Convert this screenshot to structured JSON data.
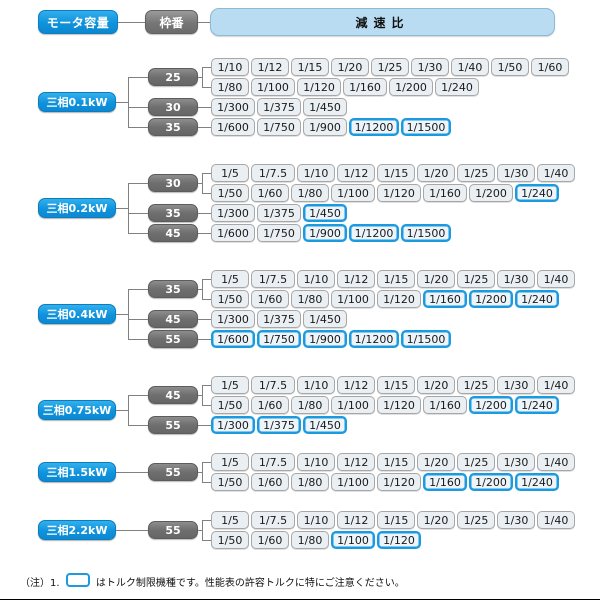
{
  "header": {
    "motor_capacity_label": "モータ容量",
    "frame_number_label": "枠番",
    "ratio_label": "減速比"
  },
  "colors": {
    "accent_blue": "#0f93dd",
    "highlight_blue": "#1b9ae0",
    "frame_gray": "#6f6f6f",
    "ratio_header_bg": "#b9dcf2",
    "chip_bg": "#e9eff3",
    "chip_border": "#a7a7a7"
  },
  "footnote": {
    "prefix": "（注）1.",
    "icon": "torque-limit-box-icon",
    "text": "はトルク制限機種です。性能表の許容トルクに特にご注意ください。"
  },
  "groups": [
    {
      "capacity": "三相0.1kW",
      "frames": [
        {
          "frame": "25",
          "rows": [
            {
              "ratios": [
                {
                  "v": "1/10",
                  "hl": false
                },
                {
                  "v": "1/12",
                  "hl": false
                },
                {
                  "v": "1/15",
                  "hl": false
                },
                {
                  "v": "1/20",
                  "hl": false
                },
                {
                  "v": "1/25",
                  "hl": false
                },
                {
                  "v": "1/30",
                  "hl": false
                },
                {
                  "v": "1/40",
                  "hl": false
                },
                {
                  "v": "1/50",
                  "hl": false
                },
                {
                  "v": "1/60",
                  "hl": false
                }
              ]
            },
            {
              "ratios": [
                {
                  "v": "1/80",
                  "hl": false
                },
                {
                  "v": "1/100",
                  "hl": false
                },
                {
                  "v": "1/120",
                  "hl": false
                },
                {
                  "v": "1/160",
                  "hl": false
                },
                {
                  "v": "1/200",
                  "hl": false
                },
                {
                  "v": "1/240",
                  "hl": false
                }
              ]
            }
          ]
        },
        {
          "frame": "30",
          "rows": [
            {
              "ratios": [
                {
                  "v": "1/300",
                  "hl": false
                },
                {
                  "v": "1/375",
                  "hl": false
                },
                {
                  "v": "1/450",
                  "hl": false
                }
              ]
            }
          ]
        },
        {
          "frame": "35",
          "rows": [
            {
              "ratios": [
                {
                  "v": "1/600",
                  "hl": false
                },
                {
                  "v": "1/750",
                  "hl": false
                },
                {
                  "v": "1/900",
                  "hl": false
                },
                {
                  "v": "1/1200",
                  "hl": true
                },
                {
                  "v": "1/1500",
                  "hl": true
                }
              ]
            }
          ]
        }
      ]
    },
    {
      "capacity": "三相0.2kW",
      "frames": [
        {
          "frame": "30",
          "rows": [
            {
              "ratios": [
                {
                  "v": "1/5",
                  "hl": false
                },
                {
                  "v": "1/7.5",
                  "hl": false
                },
                {
                  "v": "1/10",
                  "hl": false
                },
                {
                  "v": "1/12",
                  "hl": false
                },
                {
                  "v": "1/15",
                  "hl": false
                },
                {
                  "v": "1/20",
                  "hl": false
                },
                {
                  "v": "1/25",
                  "hl": false
                },
                {
                  "v": "1/30",
                  "hl": false
                },
                {
                  "v": "1/40",
                  "hl": false
                }
              ]
            },
            {
              "ratios": [
                {
                  "v": "1/50",
                  "hl": false
                },
                {
                  "v": "1/60",
                  "hl": false
                },
                {
                  "v": "1/80",
                  "hl": false
                },
                {
                  "v": "1/100",
                  "hl": false
                },
                {
                  "v": "1/120",
                  "hl": false
                },
                {
                  "v": "1/160",
                  "hl": false
                },
                {
                  "v": "1/200",
                  "hl": false
                },
                {
                  "v": "1/240",
                  "hl": true
                }
              ]
            }
          ]
        },
        {
          "frame": "35",
          "rows": [
            {
              "ratios": [
                {
                  "v": "1/300",
                  "hl": false
                },
                {
                  "v": "1/375",
                  "hl": false
                },
                {
                  "v": "1/450",
                  "hl": true
                }
              ]
            }
          ]
        },
        {
          "frame": "45",
          "rows": [
            {
              "ratios": [
                {
                  "v": "1/600",
                  "hl": false
                },
                {
                  "v": "1/750",
                  "hl": false
                },
                {
                  "v": "1/900",
                  "hl": true
                },
                {
                  "v": "1/1200",
                  "hl": true
                },
                {
                  "v": "1/1500",
                  "hl": true
                }
              ]
            }
          ]
        }
      ]
    },
    {
      "capacity": "三相0.4kW",
      "frames": [
        {
          "frame": "35",
          "rows": [
            {
              "ratios": [
                {
                  "v": "1/5",
                  "hl": false
                },
                {
                  "v": "1/7.5",
                  "hl": false
                },
                {
                  "v": "1/10",
                  "hl": false
                },
                {
                  "v": "1/12",
                  "hl": false
                },
                {
                  "v": "1/15",
                  "hl": false
                },
                {
                  "v": "1/20",
                  "hl": false
                },
                {
                  "v": "1/25",
                  "hl": false
                },
                {
                  "v": "1/30",
                  "hl": false
                },
                {
                  "v": "1/40",
                  "hl": false
                }
              ]
            },
            {
              "ratios": [
                {
                  "v": "1/50",
                  "hl": false
                },
                {
                  "v": "1/60",
                  "hl": false
                },
                {
                  "v": "1/80",
                  "hl": false
                },
                {
                  "v": "1/100",
                  "hl": false
                },
                {
                  "v": "1/120",
                  "hl": false
                },
                {
                  "v": "1/160",
                  "hl": true
                },
                {
                  "v": "1/200",
                  "hl": true
                },
                {
                  "v": "1/240",
                  "hl": true
                }
              ]
            }
          ]
        },
        {
          "frame": "45",
          "rows": [
            {
              "ratios": [
                {
                  "v": "1/300",
                  "hl": false
                },
                {
                  "v": "1/375",
                  "hl": false
                },
                {
                  "v": "1/450",
                  "hl": false
                }
              ]
            }
          ]
        },
        {
          "frame": "55",
          "rows": [
            {
              "ratios": [
                {
                  "v": "1/600",
                  "hl": true
                },
                {
                  "v": "1/750",
                  "hl": true
                },
                {
                  "v": "1/900",
                  "hl": true
                },
                {
                  "v": "1/1200",
                  "hl": true
                },
                {
                  "v": "1/1500",
                  "hl": true
                }
              ]
            }
          ]
        }
      ]
    },
    {
      "capacity": "三相0.75kW",
      "frames": [
        {
          "frame": "45",
          "rows": [
            {
              "ratios": [
                {
                  "v": "1/5",
                  "hl": false
                },
                {
                  "v": "1/7.5",
                  "hl": false
                },
                {
                  "v": "1/10",
                  "hl": false
                },
                {
                  "v": "1/12",
                  "hl": false
                },
                {
                  "v": "1/15",
                  "hl": false
                },
                {
                  "v": "1/20",
                  "hl": false
                },
                {
                  "v": "1/25",
                  "hl": false
                },
                {
                  "v": "1/30",
                  "hl": false
                },
                {
                  "v": "1/40",
                  "hl": false
                }
              ]
            },
            {
              "ratios": [
                {
                  "v": "1/50",
                  "hl": false
                },
                {
                  "v": "1/60",
                  "hl": false
                },
                {
                  "v": "1/80",
                  "hl": false
                },
                {
                  "v": "1/100",
                  "hl": false
                },
                {
                  "v": "1/120",
                  "hl": false
                },
                {
                  "v": "1/160",
                  "hl": false
                },
                {
                  "v": "1/200",
                  "hl": true
                },
                {
                  "v": "1/240",
                  "hl": true
                }
              ]
            }
          ]
        },
        {
          "frame": "55",
          "rows": [
            {
              "ratios": [
                {
                  "v": "1/300",
                  "hl": true
                },
                {
                  "v": "1/375",
                  "hl": true
                },
                {
                  "v": "1/450",
                  "hl": true
                }
              ]
            }
          ]
        }
      ]
    },
    {
      "capacity": "三相1.5kW",
      "frames": [
        {
          "frame": "55",
          "rows": [
            {
              "ratios": [
                {
                  "v": "1/5",
                  "hl": false
                },
                {
                  "v": "1/7.5",
                  "hl": false
                },
                {
                  "v": "1/10",
                  "hl": false
                },
                {
                  "v": "1/12",
                  "hl": false
                },
                {
                  "v": "1/15",
                  "hl": false
                },
                {
                  "v": "1/20",
                  "hl": false
                },
                {
                  "v": "1/25",
                  "hl": false
                },
                {
                  "v": "1/30",
                  "hl": false
                },
                {
                  "v": "1/40",
                  "hl": false
                }
              ]
            },
            {
              "ratios": [
                {
                  "v": "1/50",
                  "hl": false
                },
                {
                  "v": "1/60",
                  "hl": false
                },
                {
                  "v": "1/80",
                  "hl": false
                },
                {
                  "v": "1/100",
                  "hl": false
                },
                {
                  "v": "1/120",
                  "hl": false
                },
                {
                  "v": "1/160",
                  "hl": true
                },
                {
                  "v": "1/200",
                  "hl": true
                },
                {
                  "v": "1/240",
                  "hl": true
                }
              ]
            }
          ]
        }
      ]
    },
    {
      "capacity": "三相2.2kW",
      "frames": [
        {
          "frame": "55",
          "rows": [
            {
              "ratios": [
                {
                  "v": "1/5",
                  "hl": false
                },
                {
                  "v": "1/7.5",
                  "hl": false
                },
                {
                  "v": "1/10",
                  "hl": false
                },
                {
                  "v": "1/12",
                  "hl": false
                },
                {
                  "v": "1/15",
                  "hl": false
                },
                {
                  "v": "1/20",
                  "hl": false
                },
                {
                  "v": "1/25",
                  "hl": false
                },
                {
                  "v": "1/30",
                  "hl": false
                },
                {
                  "v": "1/40",
                  "hl": false
                }
              ]
            },
            {
              "ratios": [
                {
                  "v": "1/50",
                  "hl": false
                },
                {
                  "v": "1/60",
                  "hl": false
                },
                {
                  "v": "1/80",
                  "hl": false
                },
                {
                  "v": "1/100",
                  "hl": true
                },
                {
                  "v": "1/120",
                  "hl": true
                }
              ]
            }
          ]
        }
      ]
    }
  ]
}
